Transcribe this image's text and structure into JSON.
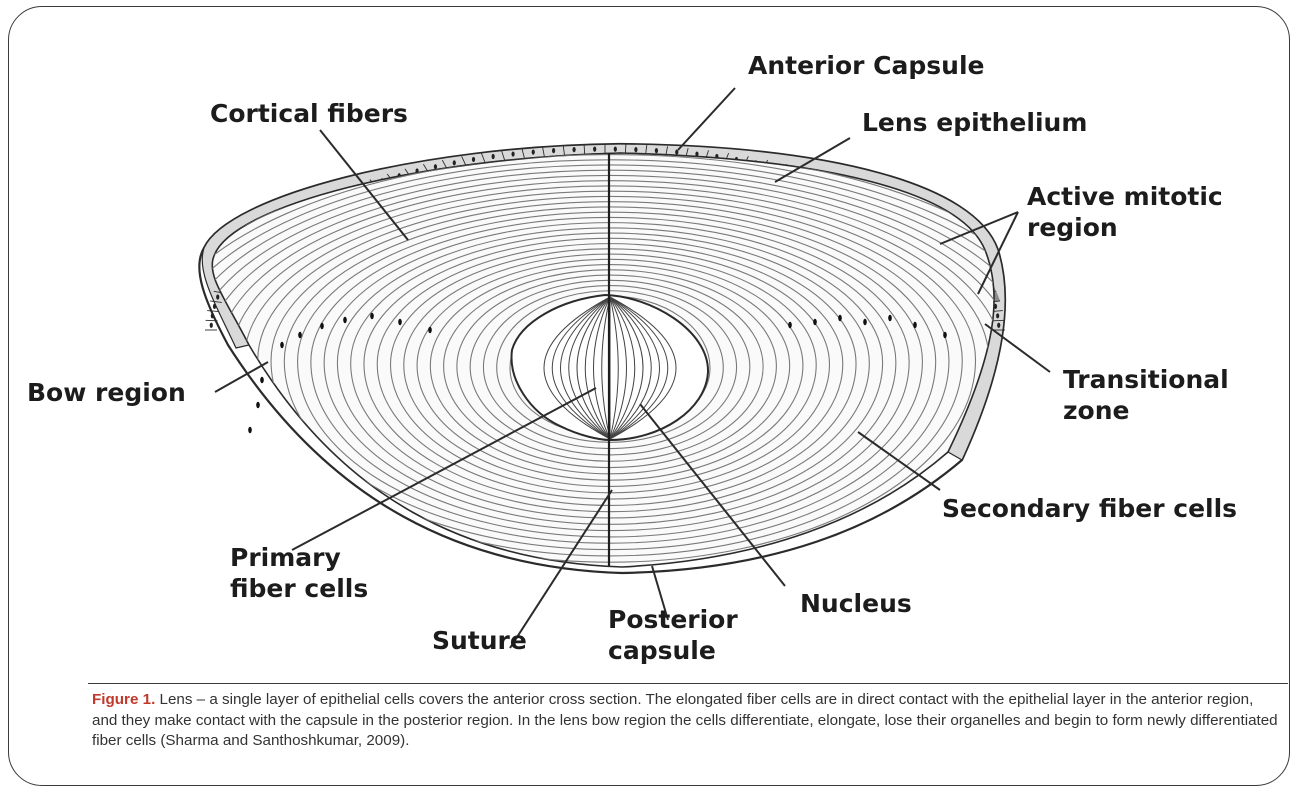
{
  "labels": {
    "anterior_capsule": "Anterior Capsule",
    "cortical_fibers": "Cortical fibers",
    "lens_epithelium": "Lens epithelium",
    "active_mitotic_region": "Active mitotic\nregion",
    "transitional_zone": "Transitional\nzone",
    "bow_region": "Bow region",
    "secondary_fiber_cells": "Secondary fiber cells",
    "primary_fiber_cells": "Primary\nfiber cells",
    "nucleus": "Nucleus",
    "suture": "Suture",
    "posterior_capsule": "Posterior\ncapsule"
  },
  "caption": {
    "figure_label": "Figure 1.",
    "text": " Lens – a single layer of epithelial cells covers the anterior cross section. The elongated fiber cells are in direct contact with the epithelial layer in the anterior region, and they make contact with the capsule in the posterior region. In the lens bow region the cells differentiate, elongate, lose their organelles and begin to form newly differentiated fiber cells (Sharma and Santhoshkumar, 2009)."
  },
  "colors": {
    "outline": "#2b2b2b",
    "epithelium_fill": "#d9d9d9",
    "mitotic_fill": "#8a8a8a",
    "fiber_line": "#7a7a7a",
    "figure_label": "#c0392b"
  }
}
